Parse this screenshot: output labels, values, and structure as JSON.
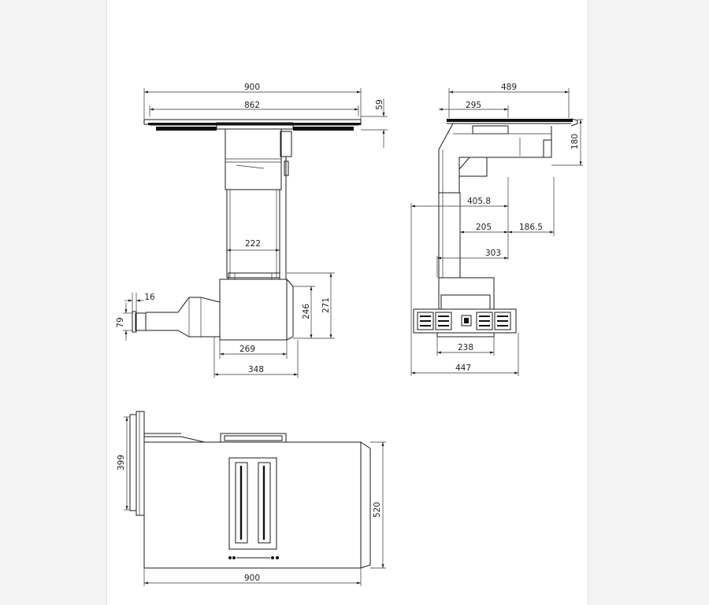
{
  "front_view": {
    "width_total": "900",
    "width_glass": "862",
    "height_hob": "59",
    "column_width": "222",
    "duct_diameter": "79",
    "duct_flange": "16",
    "motor_height": "246",
    "motor_height_total": "271",
    "motor_base_width": "269",
    "motor_total_width": "348"
  },
  "side_view": {
    "depth_total": "489",
    "depth_offset": "295",
    "height_hob": "180",
    "depth_motor_front": "405.8",
    "depth_column": "205",
    "depth_rear": "186.5",
    "depth_motor_back": "303",
    "motor_width": "238",
    "motor_unit_width": "447"
  },
  "top_view": {
    "width": "900",
    "depth": "520",
    "vent_length": "399"
  }
}
